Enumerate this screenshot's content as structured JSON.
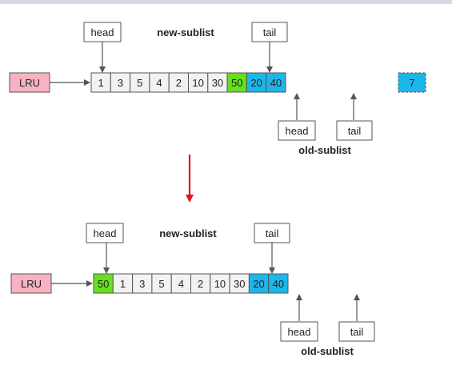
{
  "colors": {
    "lru_fill": "#f7b3c2",
    "head_cell_fill": "#66e01f",
    "old_cell_fill": "#1cb7ea",
    "new_cell_fill": "#f2f2f2",
    "arrow_stroke": "#555555",
    "transition_arrow": "#e0141e"
  },
  "before": {
    "lru_label": "LRU",
    "cells": [
      {
        "value": "1",
        "kind": "new"
      },
      {
        "value": "3",
        "kind": "new"
      },
      {
        "value": "5",
        "kind": "new"
      },
      {
        "value": "4",
        "kind": "new"
      },
      {
        "value": "2",
        "kind": "new"
      },
      {
        "value": "10",
        "kind": "new"
      },
      {
        "value": "30",
        "kind": "new"
      },
      {
        "value": "50",
        "kind": "mid"
      },
      {
        "value": "20",
        "kind": "old"
      },
      {
        "value": "40",
        "kind": "old"
      }
    ],
    "new_sublist_label": "new-sublist",
    "new_head_label": "head",
    "new_tail_label": "tail",
    "old_sublist_label": "old-sublist",
    "old_head_label": "head",
    "old_tail_label": "tail",
    "incoming_value": "7"
  },
  "after": {
    "lru_label": "LRU",
    "cells": [
      {
        "value": "50",
        "kind": "mid"
      },
      {
        "value": "1",
        "kind": "new"
      },
      {
        "value": "3",
        "kind": "new"
      },
      {
        "value": "5",
        "kind": "new"
      },
      {
        "value": "4",
        "kind": "new"
      },
      {
        "value": "2",
        "kind": "new"
      },
      {
        "value": "10",
        "kind": "new"
      },
      {
        "value": "30",
        "kind": "new"
      },
      {
        "value": "20",
        "kind": "old"
      },
      {
        "value": "40",
        "kind": "old"
      }
    ],
    "new_sublist_label": "new-sublist",
    "new_head_label": "head",
    "new_tail_label": "tail",
    "old_sublist_label": "old-sublist",
    "old_head_label": "head",
    "old_tail_label": "tail"
  }
}
